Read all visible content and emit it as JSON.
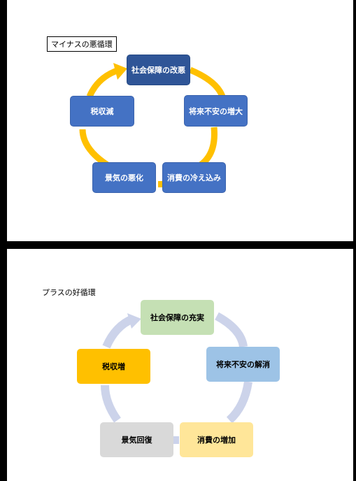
{
  "top_diagram": {
    "title": "マイナスの悪循環",
    "nodes": [
      {
        "id": "t1",
        "label": "社会保障の改悪"
      },
      {
        "id": "t2",
        "label": "将来不安の増大"
      },
      {
        "id": "t3",
        "label": "消費の冷え込み"
      },
      {
        "id": "t4",
        "label": "景気の悪化"
      },
      {
        "id": "t5",
        "label": "税収減"
      }
    ],
    "ring_color": "#ffc000"
  },
  "bottom_diagram": {
    "title": "プラスの好循環",
    "nodes": [
      {
        "id": "b1",
        "label": "社会保障の充実"
      },
      {
        "id": "b2",
        "label": "将来不安の解消"
      },
      {
        "id": "b3",
        "label": "消費の増加"
      },
      {
        "id": "b4",
        "label": "景気回復"
      },
      {
        "id": "b5",
        "label": "税収増"
      }
    ],
    "ring_color": "#ccd3ea"
  }
}
